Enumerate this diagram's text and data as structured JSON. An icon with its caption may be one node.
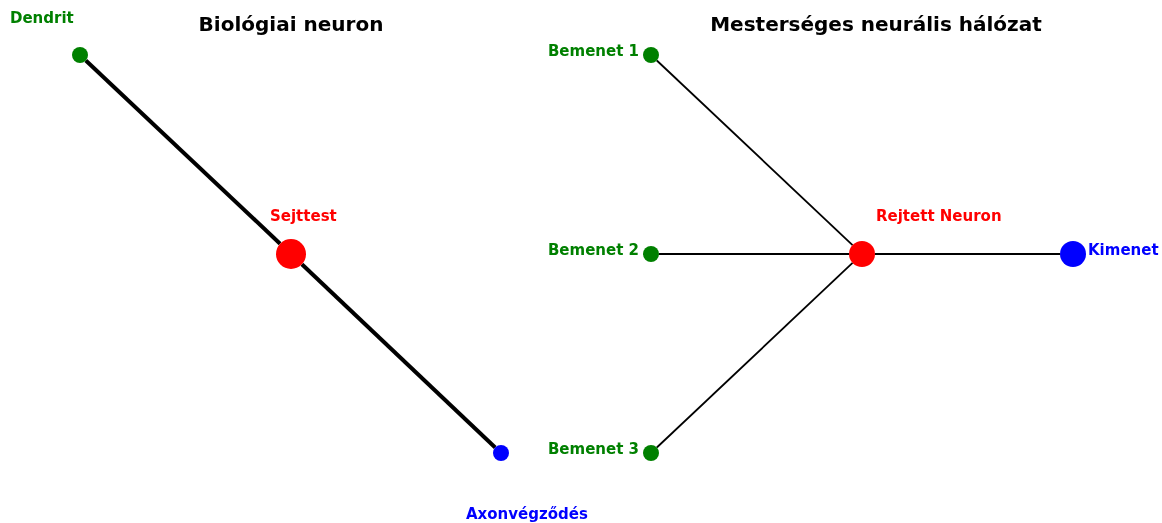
{
  "diagram": {
    "nodes": [
      {
        "text": [
          "Dendrit"
        ]
      },
      {
        "text": [
          "Sejttest"
        ]
      },
      {
        "text": [
          "Axonvégződés"
        ]
      },
      {
        "text": [
          "Bemenet 1"
        ]
      },
      {
        "text": [
          "Bemenet 2"
        ]
      },
      {
        "text": [
          "Bemenet 3"
        ]
      },
      {
        "text": [
          "Rejtett Neuron"
        ]
      },
      {
        "text": [
          "Kimenet"
        ]
      }
    ],
    "edges": [
      {
        "from": 0,
        "to": 1,
        "arrow": "none",
        "style": "thick"
      },
      {
        "from": 1,
        "to": 2,
        "arrow": "none",
        "style": "thick"
      },
      {
        "from": 3,
        "to": 6,
        "arrow": "none"
      },
      {
        "from": 4,
        "to": 6,
        "arrow": "none"
      },
      {
        "from": 5,
        "to": 6,
        "arrow": "none"
      },
      {
        "from": 6,
        "to": 7,
        "arrow": "none"
      }
    ],
    "labels": [
      "Biológiai neuron",
      "Mesterséges neurális hálózat"
    ]
  }
}
